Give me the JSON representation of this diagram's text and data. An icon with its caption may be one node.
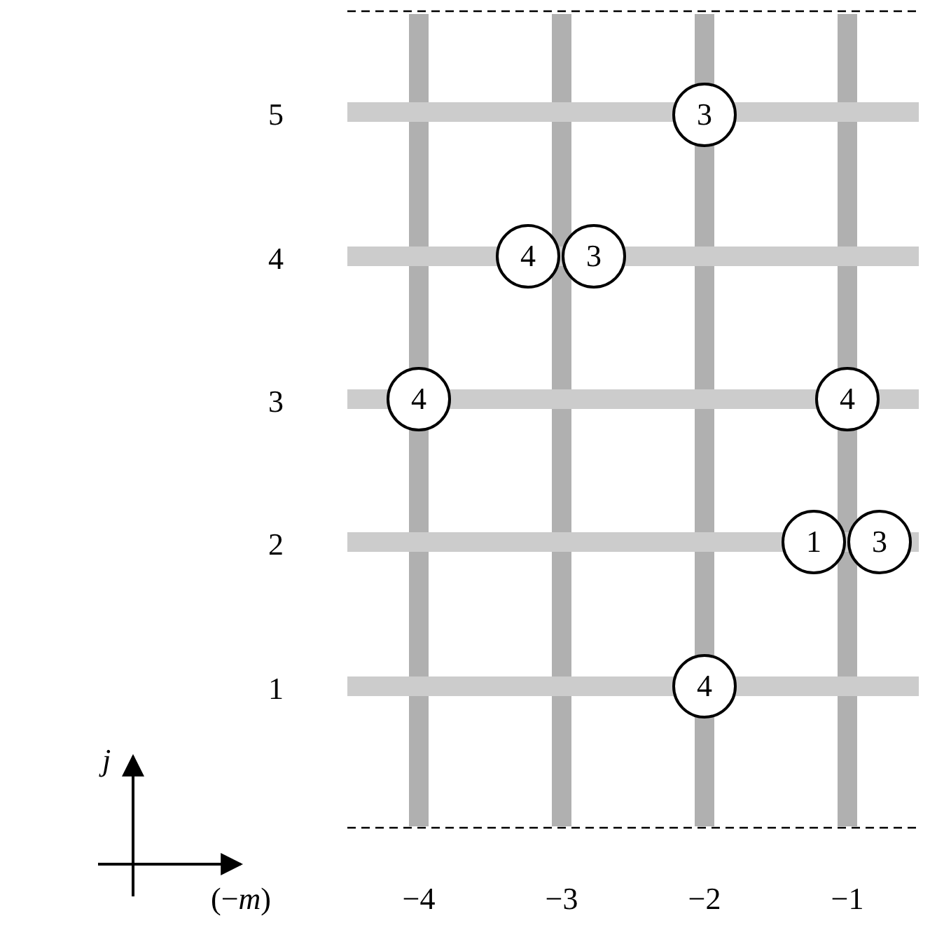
{
  "diagram": {
    "nodes": [
      {
        "text": [
          "3"
        ]
      },
      {
        "text": [
          "4"
        ]
      },
      {
        "text": [
          "3"
        ]
      },
      {
        "text": [
          "4"
        ]
      },
      {
        "text": [
          "4"
        ]
      },
      {
        "text": [
          "1"
        ]
      },
      {
        "text": [
          "3"
        ]
      },
      {
        "text": [
          "4"
        ]
      }
    ],
    "labels": [
      "5",
      "4",
      "3",
      "2",
      "1",
      "*j*",
      "(−*m*)",
      "−4",
      "−3",
      "−2",
      "−1"
    ]
  }
}
